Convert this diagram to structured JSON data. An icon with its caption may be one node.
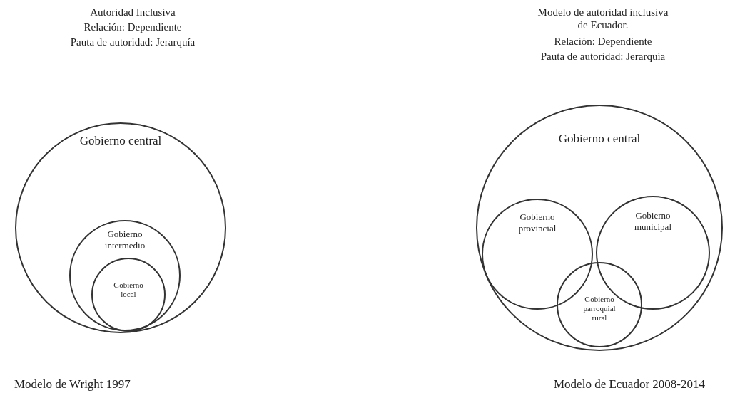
{
  "diagram": {
    "nodes": [
      {
        "text": [
          "Gobierno central"
        ]
      },
      {
        "text": [
          "Gobierno intermedio"
        ],
        "in": 0
      },
      {
        "text": [
          "Gobierno local"
        ],
        "in": 1
      },
      {
        "text": [
          "Gobierno central"
        ]
      },
      {
        "text": [
          "Gobierno provincial"
        ],
        "in": 3
      },
      {
        "text": [
          "Gobierno municipal"
        ],
        "in": 3
      },
      {
        "text": [
          "Gobierno parroquial rural"
        ],
        "in": 3
      }
    ],
    "labels": [
      "Autoridad Inclusiva",
      "Relación: Dependiente",
      "Pauta de autoridad: Jerarquía",
      "Modelo de autoridad inclusiva de Ecuador.",
      "Relación: Dependiente",
      "Pauta de autoridad: Jerarquía",
      "Modelo de Wright 1997",
      "Modelo de Ecuador 2008-2014"
    ]
  }
}
